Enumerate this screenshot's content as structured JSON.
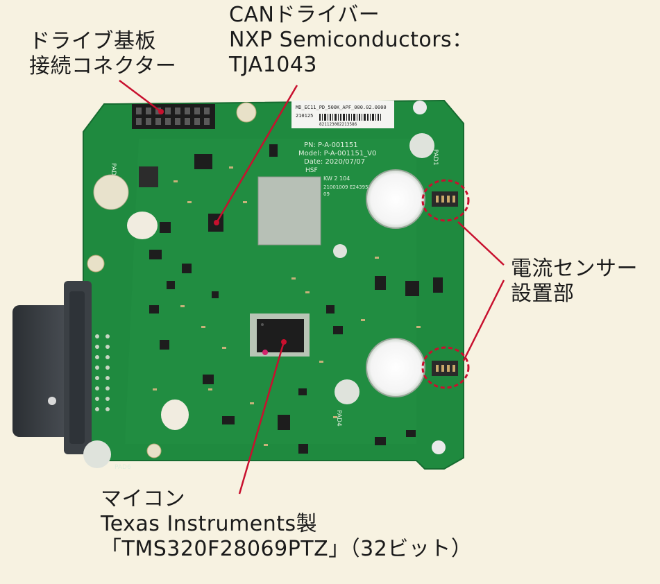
{
  "callouts": {
    "drive_connector": {
      "line1": "ドライブ基板",
      "line2": "接続コネクター"
    },
    "can_driver": {
      "line1": "CANドライバー",
      "line2": "NXP Semiconductors：",
      "line3": "TJA1043"
    },
    "current_sensor": {
      "line1": "電流センサー",
      "line2": "設置部"
    },
    "microcontroller": {
      "line1": "マイコン",
      "line2": "Texas Instruments製",
      "line3": "「TMS320F28069PTZ」（32ビット）"
    }
  },
  "board": {
    "sticker_code": "MD_EC11_PD_500K_APF_000.02.0000",
    "sticker_date": "210125",
    "sticker_serial": "821123082213586",
    "label_pn": "PN:  P-A-001151",
    "label_model": "Model: P-A-001151_V0",
    "label_date": "Date:  2020/07/07",
    "label_hsf": "HSF",
    "label_lot1": "KW 2 104",
    "label_lot2": "21001009 E243951",
    "label_code": "09",
    "pad1": "PAD1",
    "pad2": "PAD2",
    "pad4": "PAD4",
    "pad6": "PAD6"
  },
  "colors": {
    "background": "#f7f2e1",
    "pcb_green": "#1f8a3f",
    "leader_red": "#c8102e",
    "text": "#1a1a1a"
  }
}
